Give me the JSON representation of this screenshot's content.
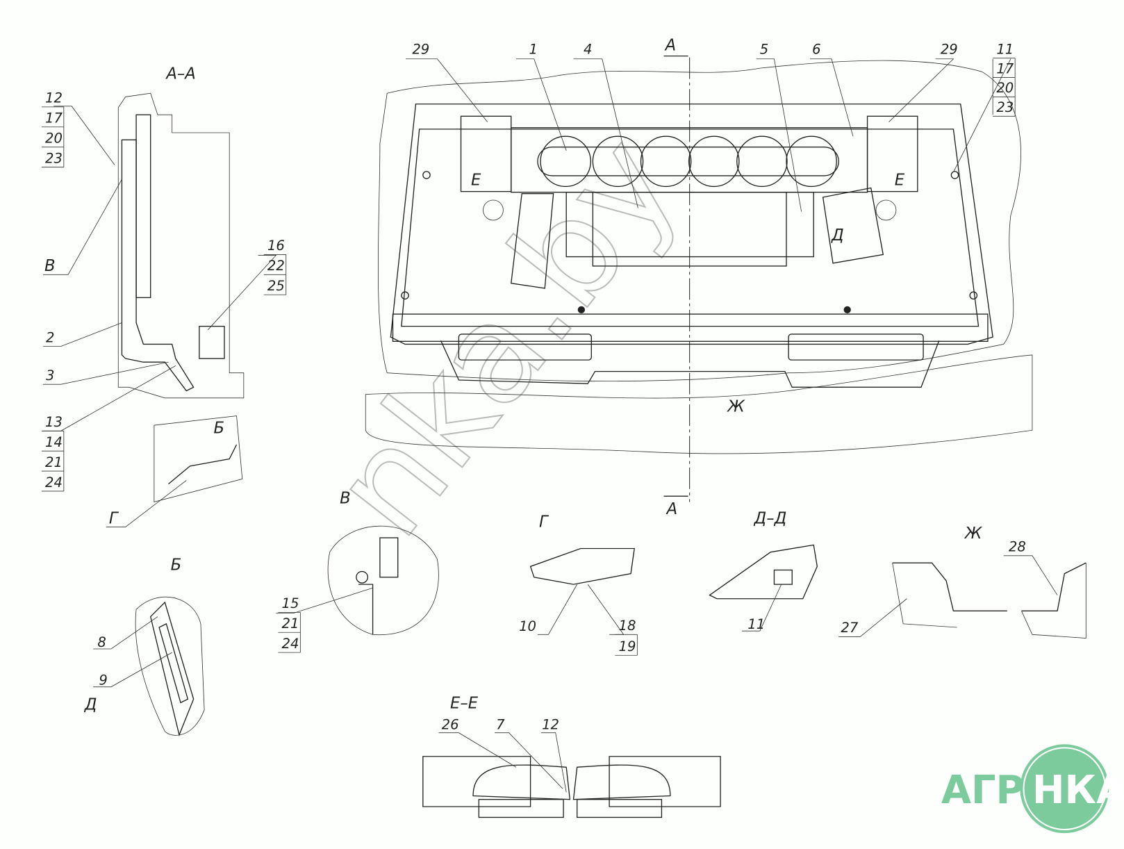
{
  "section_titles": {
    "aa": "А–А",
    "b": "Б",
    "v": "В",
    "g": "Г",
    "dd": "Д–Д",
    "zh": "Ж",
    "ee": "Е–Е"
  },
  "markers": {
    "a_top": "А",
    "a_bottom": "А",
    "e_left": "Е",
    "e_right": "Е",
    "d_main": "Д",
    "d_detail": "Д",
    "zh_main": "Ж",
    "b_ref": "Б",
    "g_ref": "Г",
    "v_ref": "В"
  },
  "callouts": {
    "main": [
      "29",
      "1",
      "4",
      "5",
      "6",
      "29"
    ],
    "main_stack": [
      "11",
      "17",
      "20",
      "23"
    ],
    "aa_top_stack": [
      "12",
      "17",
      "20",
      "23"
    ],
    "aa_2": "2",
    "aa_3": "3",
    "aa_bottom_stack": [
      "13",
      "14",
      "21",
      "24"
    ],
    "aa_right_stack": [
      "16",
      "22",
      "25"
    ],
    "b_8": "8",
    "b_9": "9",
    "v_stack": [
      "15",
      "21",
      "24"
    ],
    "g_10": "10",
    "g_stack": [
      "18",
      "19"
    ],
    "dd_11": "11",
    "zh_27": "27",
    "zh_28": "28",
    "ee": [
      "26",
      "7",
      "12"
    ]
  },
  "watermark": "nka.by",
  "logo": {
    "left": "АГРО",
    "right": "НКА",
    "color": "#7ccb9c"
  }
}
